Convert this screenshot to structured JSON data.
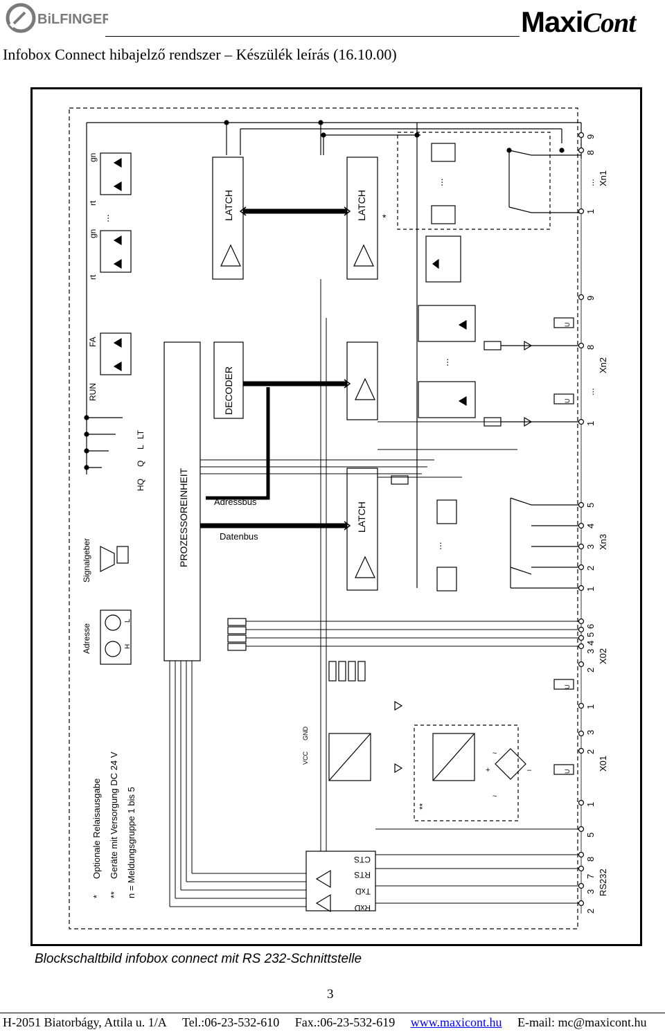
{
  "header": {
    "company": "BiLFINGER",
    "brand_bold": "Maxi",
    "brand_script": "Cont",
    "doc_title": "Infobox Connect hibajelző rendszer – Készülék leírás (16.10.00)"
  },
  "diagram": {
    "title": "Blockschaltbild infobox connect mit RS 232-Schnittstelle",
    "blocks": {
      "processor": "PROZESSOREINHEIT",
      "decoder": "DECODER",
      "latch": "LATCH",
      "addressbus": "Adressbus",
      "databus": "Datenbus"
    },
    "labels": {
      "signalgeber": "Signalgeber",
      "adresse": "Adresse",
      "run": "RUN",
      "fa": "FA",
      "rt": "rt",
      "gn": "gn",
      "hq": "HQ",
      "q": "Q",
      "l": "L",
      "lt": "LT",
      "h": "H",
      "vcc": "VCC",
      "gnd": "GND",
      "star": "*",
      "dstar": "**",
      "u": "U",
      "dots": "...",
      "plus": "+",
      "minus": "–",
      "tilde": "~"
    },
    "rs232_signals": [
      "CTS",
      "RTS",
      "TxD",
      "RxD"
    ],
    "connectors": {
      "xn1": {
        "name": "Xn1",
        "pins": [
          "1",
          "...",
          "8",
          "9"
        ]
      },
      "xn2": {
        "name": "Xn2",
        "pins": [
          "1",
          "...",
          "8",
          "9"
        ]
      },
      "xn3": {
        "name": "Xn3",
        "pins": [
          "1",
          "2",
          "3",
          "4",
          "5"
        ]
      },
      "x02": {
        "name": "X02",
        "pins": [
          "1",
          "2",
          "3",
          "4",
          "5",
          "6"
        ]
      },
      "x01": {
        "name": "X01",
        "pins": [
          "1",
          "2",
          "3"
        ]
      },
      "rs232": {
        "name": "RS232",
        "pins": [
          "2",
          "3",
          "7",
          "8",
          "5"
        ]
      }
    },
    "legend": [
      {
        "mark": "*",
        "text": "Optionale Relaisausgabe"
      },
      {
        "mark": "**",
        "text": "Geräte mit Versorgung DC 24 V"
      },
      {
        "mark": "",
        "text": "n = Meldungsgruppe 1 bis 5"
      }
    ]
  },
  "page_number": "3",
  "footer": {
    "address": "H-2051 Biatorbágy, Attila u. 1/A",
    "tel": "Tel.:06-23-532-610",
    "fax": "Fax.:06-23-532-619",
    "web": "www.maxicont.hu",
    "email": "E-mail: mc@maxicont.hu"
  },
  "colors": {
    "ink": "#000000",
    "link": "#0000ff",
    "logo_grey": "#7a7a7a"
  }
}
